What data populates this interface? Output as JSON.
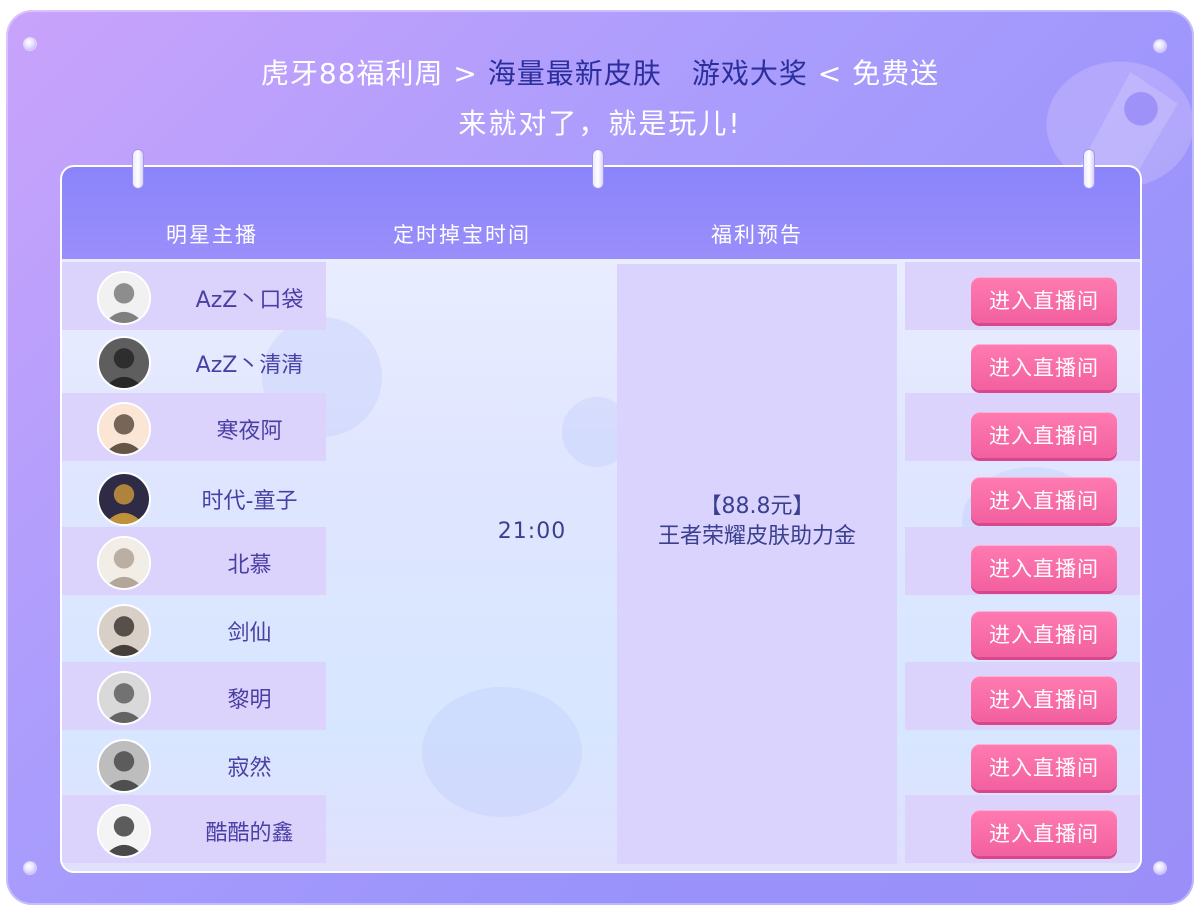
{
  "header": {
    "part1": "虎牙88福利周 >",
    "highlight1": "海量最新皮肤",
    "highlight2": "游戏大奖",
    "part2": "< 免费送",
    "subtitle": "来就对了，就是玩儿!"
  },
  "table": {
    "columns": [
      "明星主播",
      "定时掉宝时间",
      "福利预告"
    ],
    "time": "21:00",
    "welfare_line1": "【88.8元】",
    "welfare_line2": "王者荣耀皮肤助力金",
    "button_label": "进入直播间",
    "anchors": [
      {
        "name": "AzZ丶口袋"
      },
      {
        "name": "AzZ丶清清"
      },
      {
        "name": "寒夜阿"
      },
      {
        "name": "时代-童子"
      },
      {
        "name": "北慕"
      },
      {
        "name": "剑仙"
      },
      {
        "name": "黎明"
      },
      {
        "name": "寂然"
      },
      {
        "name": "酷酷的鑫"
      }
    ]
  },
  "colors": {
    "frame": "#a99cfc",
    "header_band": "#8a84fb",
    "highlight_text": "#2b2f9e",
    "button": "#f2609f",
    "row_band": "#dcd3fd"
  }
}
